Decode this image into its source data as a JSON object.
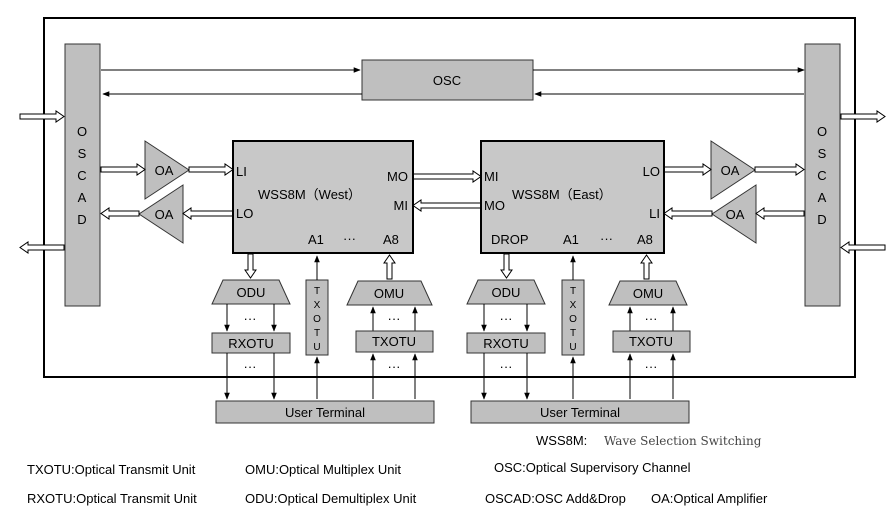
{
  "blocks": {
    "osc": "OSC",
    "oscad_left": [
      "O",
      "S",
      "C",
      "A",
      "D"
    ],
    "oscad_right": [
      "O",
      "S",
      "C",
      "A",
      "D"
    ],
    "oa": "OA",
    "wss_west": {
      "title": "WSS8M（West）",
      "li": "LI",
      "lo": "LO",
      "mo": "MO",
      "mi": "MI",
      "a1": "A1",
      "dots": "···",
      "a8": "A8"
    },
    "wss_east": {
      "title": "WSS8M（East）",
      "mi": "MI",
      "mo": "MO",
      "lo": "LO",
      "li": "LI",
      "drop": "DROP",
      "a1": "A1",
      "dots": "···",
      "a8": "A8"
    },
    "odu": "ODU",
    "omu": "OMU",
    "rxotu": "RXOTU",
    "txotu": "TXOTU",
    "txotu_vertical": [
      "T",
      "X",
      "O",
      "T",
      "U"
    ],
    "dots": "···",
    "user_terminal": "User Terminal"
  },
  "legend": {
    "wss8m": "WSS8M: ",
    "wss8m_desc": "Wave Selection Switching",
    "txotu": "TXOTU:Optical Transmit Unit",
    "omu": "OMU:Optical Multiplex Unit",
    "osc": "OSC:Optical Supervisory Channel",
    "rxotu": "RXOTU:Optical Transmit Unit",
    "odu": "ODU:Optical Demultiplex Unit",
    "oscad": "OSCAD:OSC Add&Drop",
    "oa": "OA:Optical Amplifier"
  }
}
